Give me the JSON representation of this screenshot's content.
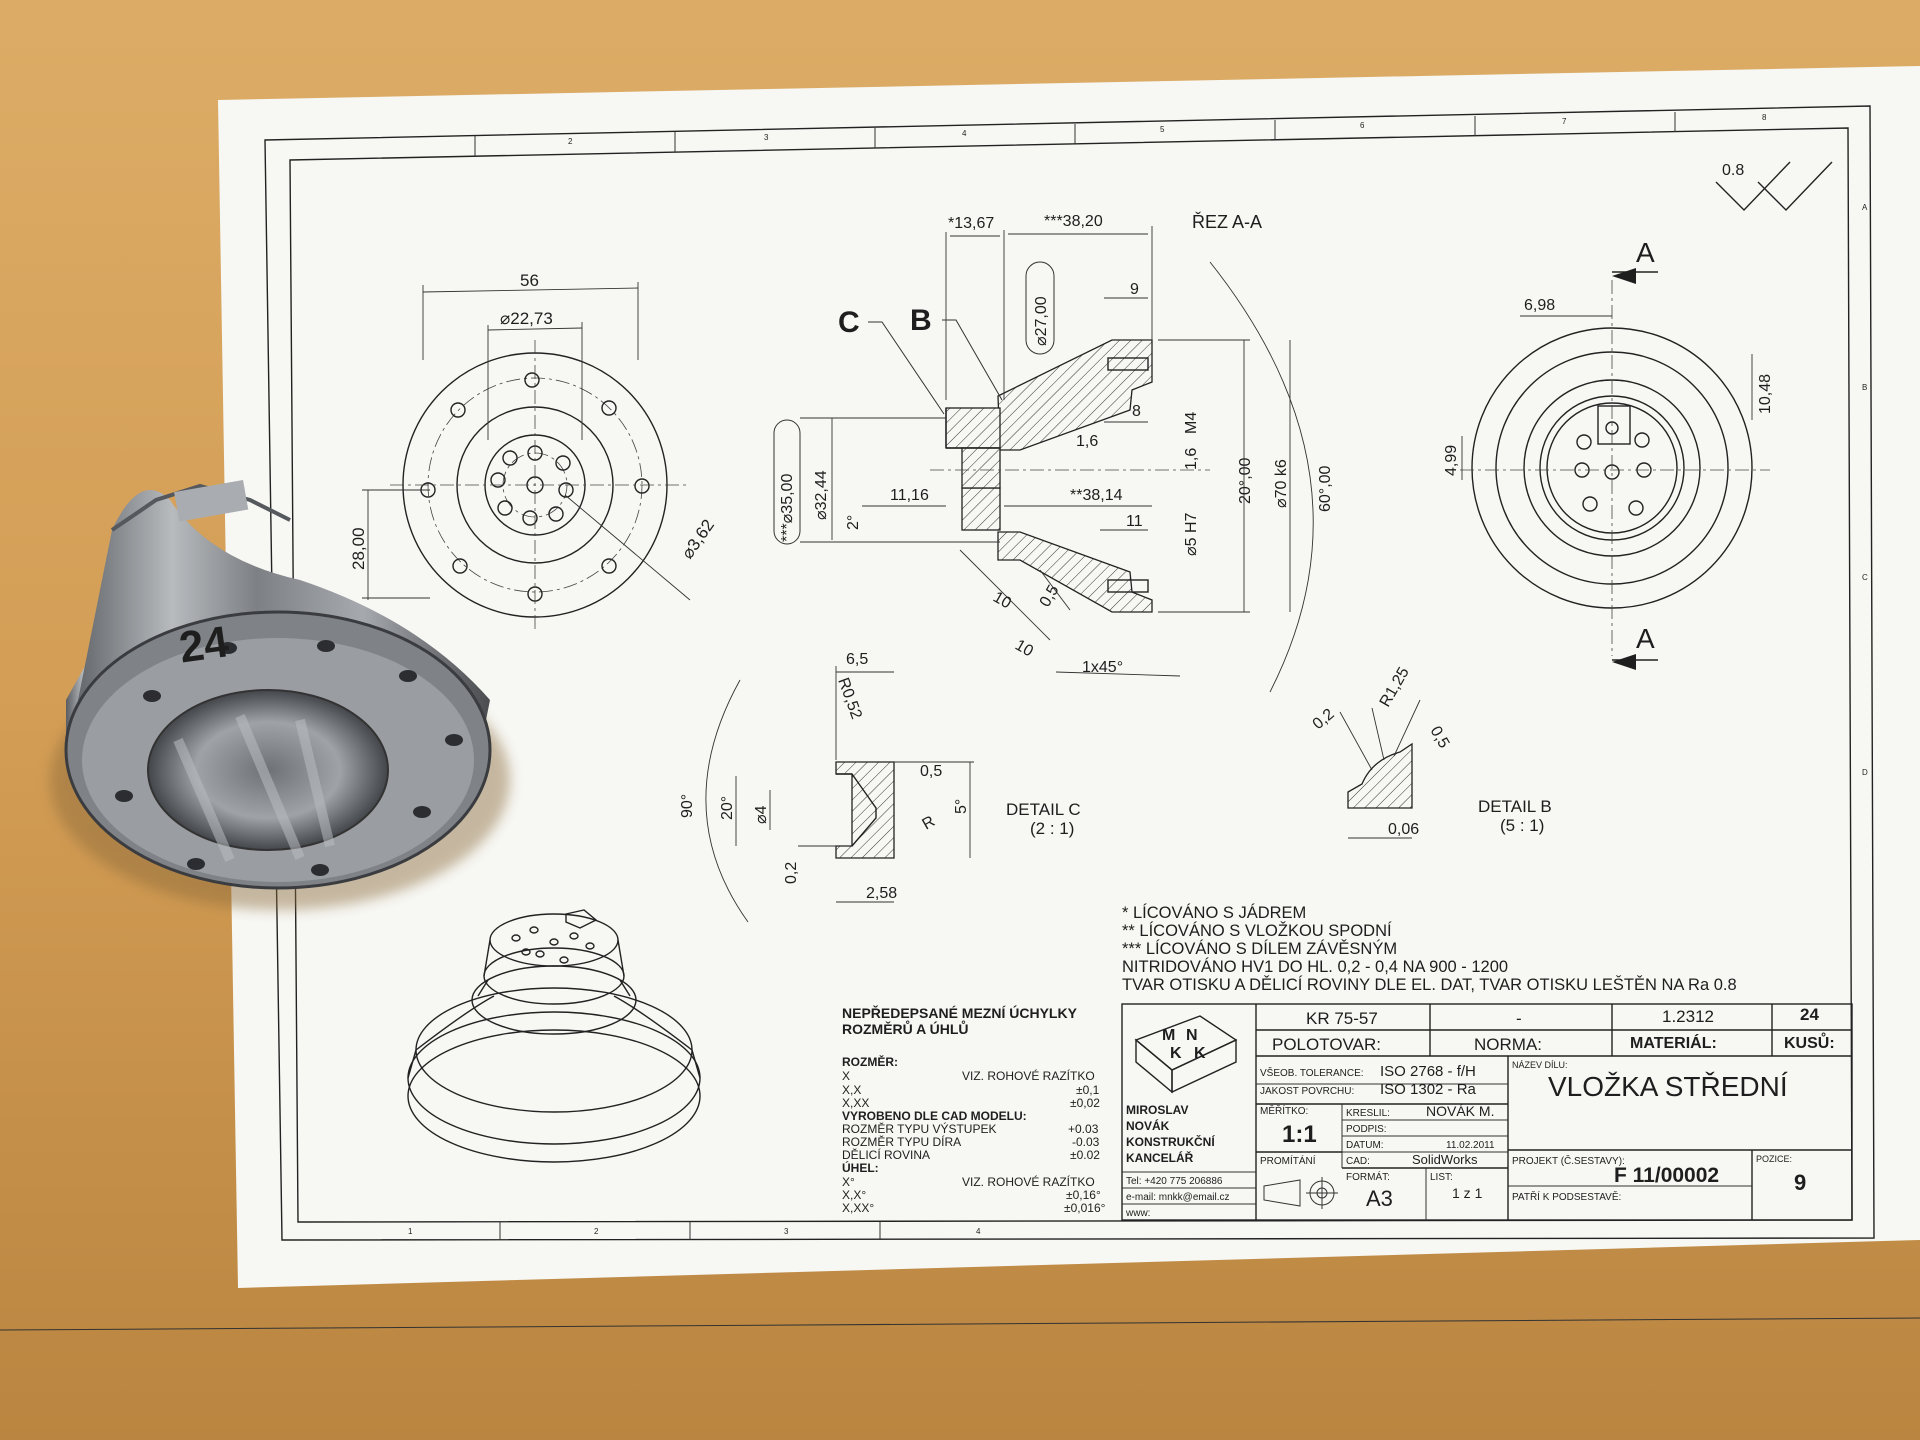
{
  "frame": {
    "top_zones": [
      "2",
      "3",
      "4",
      "5",
      "6",
      "7",
      "8"
    ],
    "bottom_zones": [
      "1",
      "2",
      "3",
      "4"
    ],
    "side_zones": [
      "A",
      "B",
      "C",
      "D"
    ]
  },
  "surface_finish": "0.8",
  "front_view": {
    "dim_56": "56",
    "dim_d2273": "⌀22,73",
    "dim_2800": "28,00",
    "dim_d362": "⌀3,62"
  },
  "section_view": {
    "title": "ŘEZ A-A",
    "label_c": "C",
    "label_b": "B",
    "dims": {
      "d1367": "*13,67",
      "d3820": "***38,20",
      "d2700": "⌀27,00",
      "d9": "9",
      "d16a": "1,6",
      "d8": "8",
      "dM4": "M4",
      "d16b": "1,6",
      "d3500": "***⌀35,00",
      "d3244": "⌀32,44",
      "d1116": "11,16",
      "d3814": "**38,14",
      "d2deg": "2°",
      "d11": "11",
      "d5h7": "⌀5 H7",
      "d20deg": "20°,00",
      "d70k6": "⌀70 k6",
      "d60deg": "60°,00",
      "d10a": "10",
      "d05": "0,5",
      "d10b": "10",
      "d1x45": "1x45°"
    }
  },
  "right_view": {
    "label_a_top": "A",
    "label_a_bottom": "A",
    "dim_698": "6,98",
    "dim_1048": "10,48",
    "dim_499": "4,99"
  },
  "detail_c": {
    "title": "DETAIL C",
    "scale": "(2 : 1)",
    "dims": {
      "d65": "6,5",
      "dr052": "R0,52",
      "d05": "0,5",
      "d90": "90°",
      "d20": "20°",
      "d4": "⌀4",
      "dr": "R",
      "d5deg": "5°",
      "d02": "0,2",
      "d258": "2,58"
    }
  },
  "detail_b": {
    "title": "DETAIL B",
    "scale": "(5 : 1)",
    "dims": {
      "d02": "0,2",
      "dr125": "R1,25",
      "d05": "0,5",
      "d006": "0,06"
    }
  },
  "notes": [
    "*  LÍCOVÁNO S JÁDREM",
    "**  LÍCOVÁNO S VLOŽKOU SPODNÍ",
    "*** LÍCOVÁNO S DÍLEM ZÁVĚSNÝM",
    "NITRIDOVÁNO HV1 DO HL. 0,2 - 0,4 NA 900 - 1200",
    "TVAR OTISKU A DĚLICÍ ROVINY DLE EL. DAT, TVAR OTISKU LEŠTĚN NA Ra 0.8"
  ],
  "tolerances": {
    "title_line1": "NEPŘEDEPSANÉ MEZNÍ ÚCHYLKY",
    "title_line2": "ROZMĚRŮ A ÚHLŮ",
    "rozmer_label": "ROZMĚR:",
    "rows": [
      {
        "k": "X",
        "v": "VIZ. ROHOVÉ RAZÍTKO"
      },
      {
        "k": "X,X",
        "v": "±0,1"
      },
      {
        "k": "X,XX",
        "v": "±0,02"
      }
    ],
    "cad_label": "VYROBENO DLE CAD MODELU:",
    "cad_rows": [
      {
        "k": "ROZMĚR TYPU VÝSTUPEK",
        "v": "+0.03"
      },
      {
        "k": "ROZMĚR TYPU DÍRA",
        "v": "-0.03"
      },
      {
        "k": "DĚLICÍ ROVINA",
        "v": "±0.02"
      }
    ],
    "uhel_label": "ÚHEL:",
    "uhel_rows": [
      {
        "k": "X°",
        "v": "VIZ. ROHOVÉ RAZÍTKO"
      },
      {
        "k": "X,X°",
        "v": "±0,16°"
      },
      {
        "k": "X,XX°",
        "v": "±0,016°"
      }
    ]
  },
  "title_block": {
    "part_no": "KR 75-57",
    "dash": "-",
    "material_code": "1.2312",
    "qty": "24",
    "polotovar": "POLOTOVAR:",
    "norma": "NORMA:",
    "material": "MATERIÁL:",
    "kusu": "KUSŮ:",
    "tol_label": "VŠEOB. TOLERANCE:",
    "tol_value": "ISO 2768 - f/H",
    "surf_label": "JAKOST POVRCHU:",
    "surf_value": "ISO 1302 - Ra",
    "name_label": "NÁZEV DÍLU:",
    "name": "VLOŽKA STŘEDNÍ",
    "scale_label": "MĚŘÍTKO:",
    "scale": "1:1",
    "kreslil_label": "KRESLIL:",
    "kreslil": "NOVÁK M.",
    "podpis_label": "PODPIS:",
    "datum_label": "DATUM:",
    "datum": "11.02.2011",
    "cad_label": "CAD:",
    "cad": "SolidWorks",
    "promitani_label": "PROMÍTÁNÍ",
    "format_label": "FORMÁT:",
    "format": "A3",
    "list_label": "LIST:",
    "list": "1 z 1",
    "project_label": "PROJEKT (Č.SESTAVY):",
    "project": "F 11/00002",
    "pozice_label": "POZICE:",
    "pozice": "9",
    "patri_label": "PATŘÍ K PODSESTAVĚ:",
    "company": [
      "MIROSLAV",
      "NOVÁK",
      "KONSTRUKČNÍ",
      "KANCELÁŘ"
    ],
    "tel": "Tel:      +420 775 206886",
    "email": "e-mail:  mnkk@email.cz",
    "www": "www:",
    "logo_letters": [
      "M",
      "N",
      "K",
      "K"
    ]
  },
  "part_marking": "24",
  "colors": {
    "desk": "#d7a55e",
    "paper": "#f7f7f3",
    "ink": "#1e1e1e",
    "steel": "#8c8f93"
  }
}
